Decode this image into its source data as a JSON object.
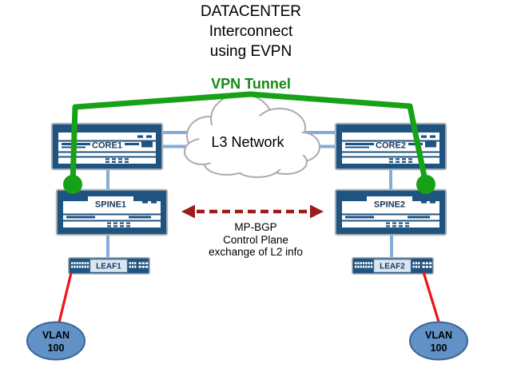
{
  "title": "DATACENTER\nInterconnect\nusing EVPN",
  "vpn_tunnel": {
    "label": "VPN Tunnel",
    "line_color": "#17A117",
    "text_color": "#148A14"
  },
  "cloud": {
    "label": "L3 Network"
  },
  "mp_bgp": {
    "label": "MP-BGP\nControl Plane\nexchange of L2 info",
    "arrow_color": "#9E1B1B"
  },
  "devices": {
    "core1": {
      "label": "CORE1"
    },
    "core2": {
      "label": "CORE2"
    },
    "spine1": {
      "label": "SPINE1"
    },
    "spine2": {
      "label": "SPINE2"
    },
    "leaf1": {
      "label": "LEAF1"
    },
    "leaf2": {
      "label": "LEAF2"
    }
  },
  "vlan_left": {
    "name": "VLAN",
    "id": "100"
  },
  "vlan_right": {
    "name": "VLAN",
    "id": "100"
  },
  "colors": {
    "switch_body": "#1F5380",
    "switch_label_text": "#17375E",
    "connector_blue": "#85ACD7",
    "vlan_fill": "#6191C5",
    "vlan_stroke": "#3A6698",
    "access_link_red": "#EE1414",
    "cloud_stroke": "#ABABAB"
  }
}
